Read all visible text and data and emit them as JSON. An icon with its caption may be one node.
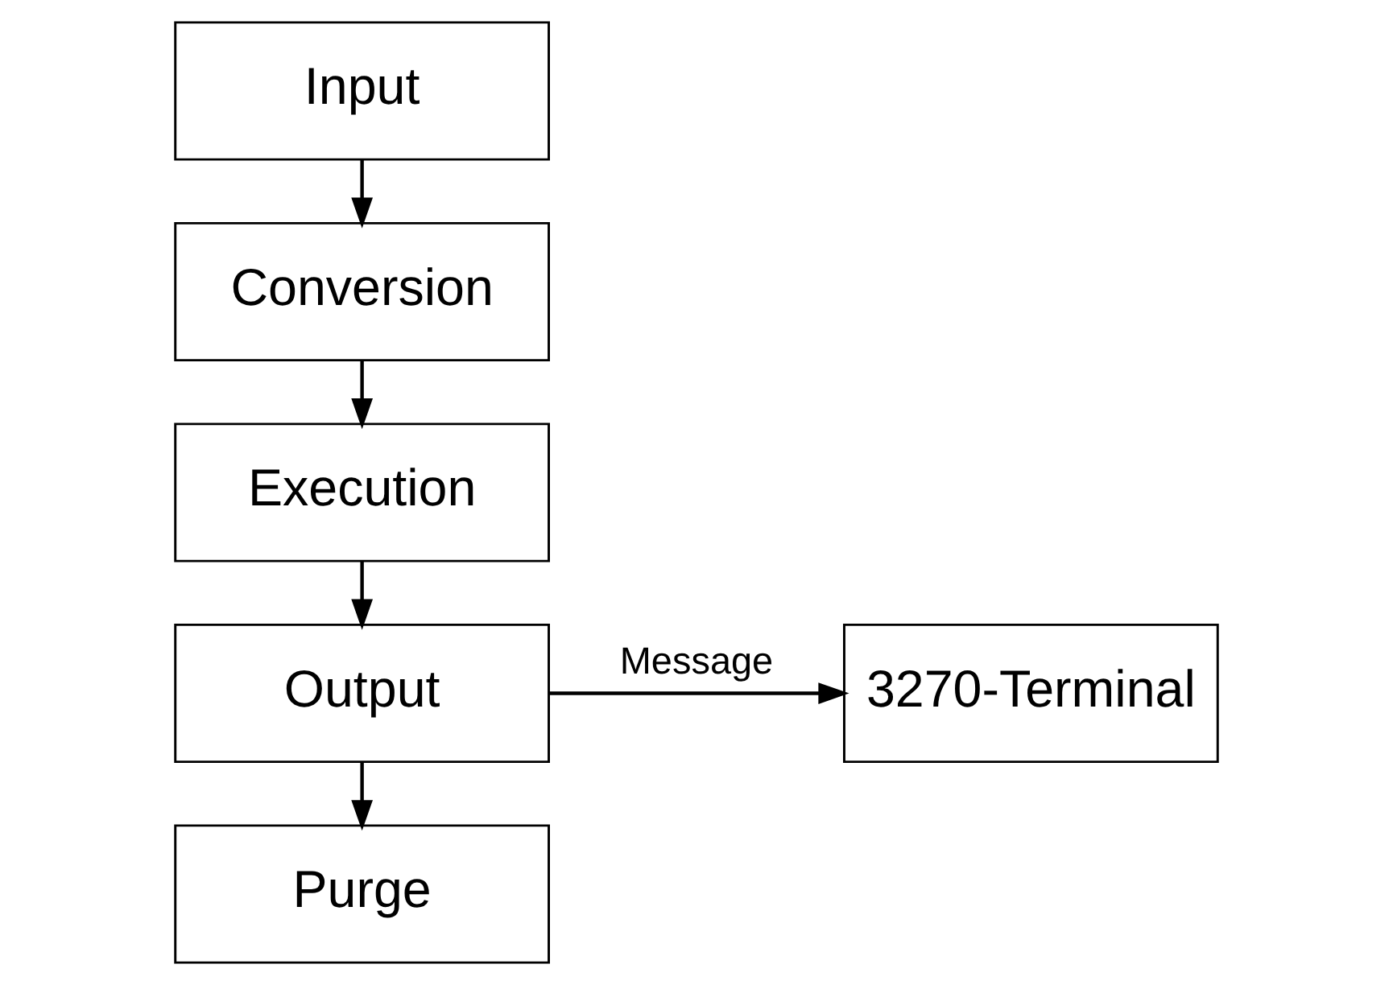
{
  "diagram": {
    "nodes": [
      {
        "text": [
          "Input"
        ]
      },
      {
        "text": [
          "Conversion"
        ]
      },
      {
        "text": [
          "Execution"
        ]
      },
      {
        "text": [
          "Output"
        ]
      },
      {
        "text": [
          "Purge"
        ]
      },
      {
        "text": [
          "3270-Terminal"
        ]
      }
    ],
    "edges": [
      {
        "from": 0,
        "to": 1,
        "arrow": "to"
      },
      {
        "from": 1,
        "to": 2,
        "arrow": "to"
      },
      {
        "from": 2,
        "to": 3,
        "arrow": "to"
      },
      {
        "from": 3,
        "to": 4,
        "arrow": "to"
      },
      {
        "from": 3,
        "to": 5,
        "arrow": "to",
        "label": "Message"
      }
    ]
  }
}
